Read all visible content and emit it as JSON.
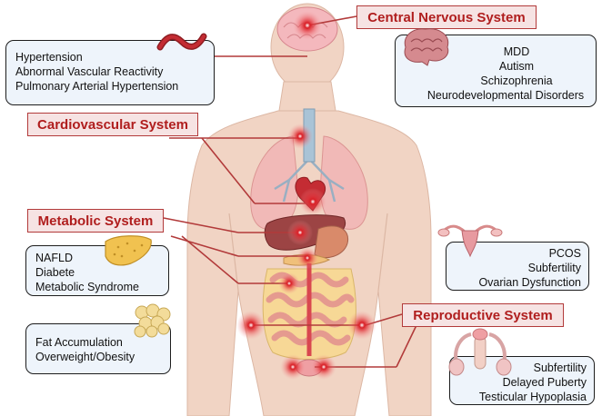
{
  "systems": {
    "cns": "Central Nervous System",
    "cardio": "Cardiovascular System",
    "metabolic": "Metabolic System",
    "reproductive": "Reproductive System"
  },
  "boxes": {
    "cardio": [
      "Hypertension",
      "Abnormal Vascular Reactivity",
      "Pulmonary Arterial Hypertension"
    ],
    "cns": [
      "MDD",
      "Autism",
      "Schizophrenia",
      "Neurodevelopmental Disorders"
    ],
    "liver": [
      "NAFLD",
      "Diabete",
      "Metabolic Syndrome"
    ],
    "fat": [
      "Fat Accumulation",
      "Overweight/Obesity"
    ],
    "ovary": [
      "PCOS",
      "Subfertility",
      "Ovarian Dysfunction"
    ],
    "testis": [
      "Subfertility",
      "Delayed Puberty",
      "Testicular Hypoplasia"
    ]
  },
  "icons": [
    "blood-vessel-icon",
    "brain-icon",
    "liver-icon",
    "fat-cells-icon",
    "uterus-icon",
    "male-reproductive-icon"
  ],
  "colors": {
    "accent": "#b01e1e",
    "header_fill": "#f6e3e3",
    "box_fill": "#eef4fb",
    "skin": "#f1d4c4",
    "hotspot": "#d91f26"
  }
}
